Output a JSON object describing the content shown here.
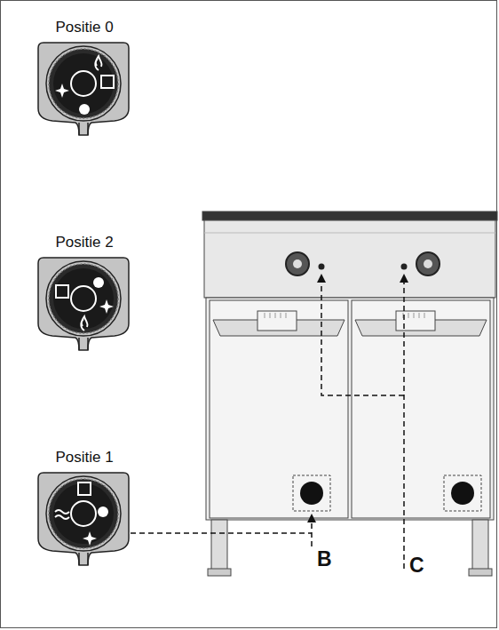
{
  "diagram": {
    "labels": [
      "Positie 0",
      "Positie 2",
      "Positie 1",
      "B",
      "C"
    ]
  }
}
